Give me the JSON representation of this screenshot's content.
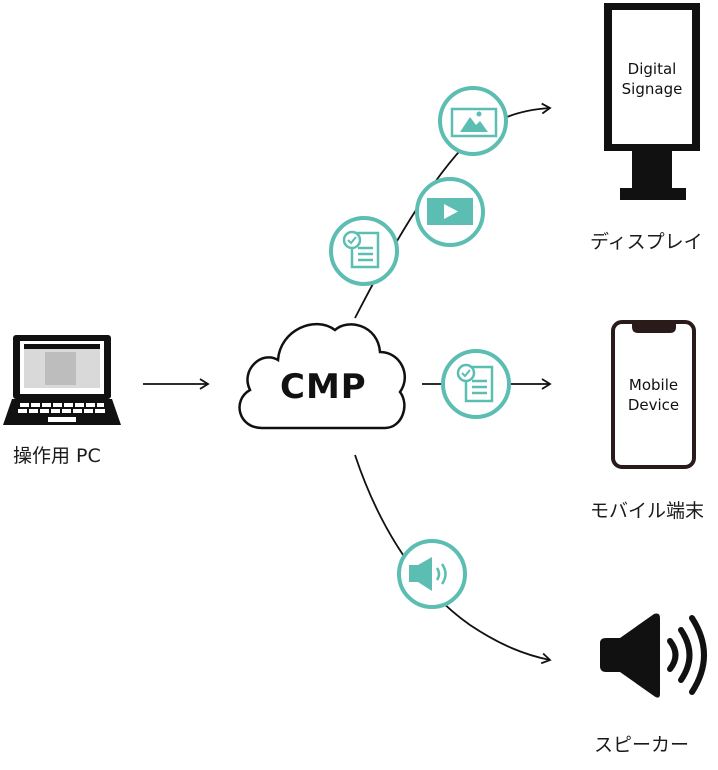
{
  "colors": {
    "accent": "#5cbdb2",
    "ink": "#111111",
    "background": "#ffffff"
  },
  "source": {
    "label": "操作用 PC",
    "icon": "laptop-icon"
  },
  "hub": {
    "label": "CMP",
    "icon": "cloud-icon"
  },
  "targets": [
    {
      "label": "ディスプレイ",
      "inner_text_line1": "Digital",
      "inner_text_line2": "Signage",
      "icon": "digital-signage-icon"
    },
    {
      "label": "モバイル端末",
      "inner_text_line1": "Mobile",
      "inner_text_line2": "Device",
      "icon": "smartphone-icon"
    },
    {
      "label": "スピーカー",
      "icon": "speaker-icon"
    }
  ],
  "content_badges": {
    "display_path": [
      "document-check-icon",
      "video-play-icon",
      "image-icon"
    ],
    "mobile_path": [
      "document-check-icon"
    ],
    "speaker_path": [
      "audio-icon"
    ]
  }
}
